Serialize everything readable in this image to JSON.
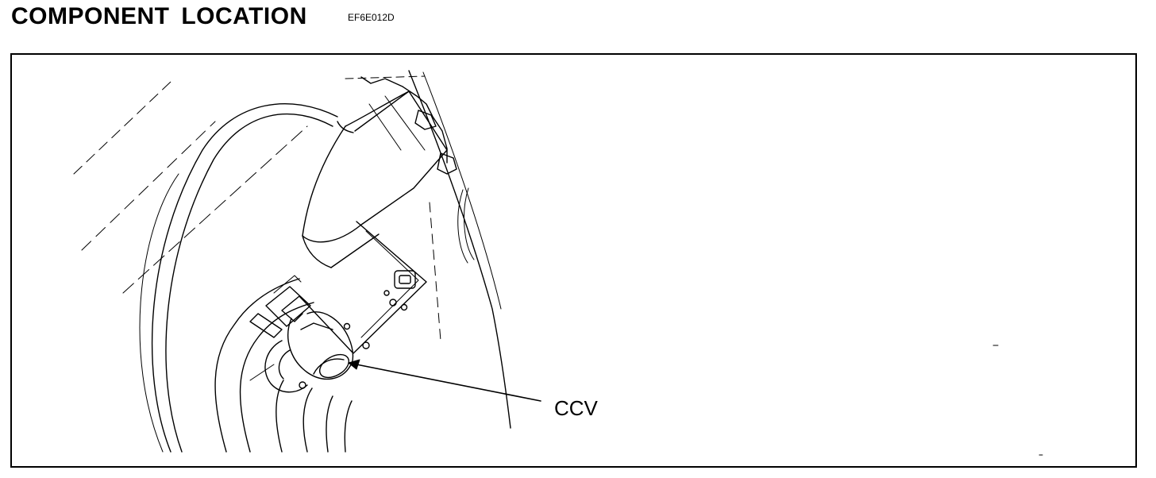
{
  "header": {
    "title": "COMPONENT LOCATION",
    "code": "EF6E012D"
  },
  "figure": {
    "callout_label": "CCV",
    "line_color": "#000000",
    "background_color": "#ffffff"
  }
}
